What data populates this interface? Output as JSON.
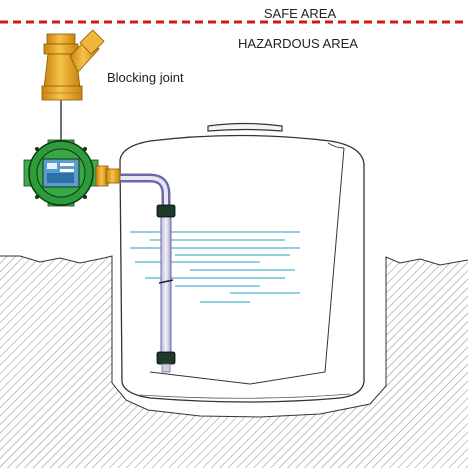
{
  "labels": {
    "safe_area": "SAFE AREA",
    "hazardous_area": "HAZARDOUS AREA",
    "blocking_joint": "Blocking joint"
  },
  "colors": {
    "boundary_line": "#d01818",
    "brass": "#e8a21a",
    "junction_box": "#2e9a3a",
    "water": "#4fb3ce",
    "probe": "#6a6aa8",
    "ground_hatch": "#888888"
  },
  "icons": {
    "blocking_joint": "y-strainer-fitting",
    "junction_box": "explosion-proof-enclosure",
    "sensor_probe": "level-probe-tube",
    "tank": "storage-tank"
  }
}
